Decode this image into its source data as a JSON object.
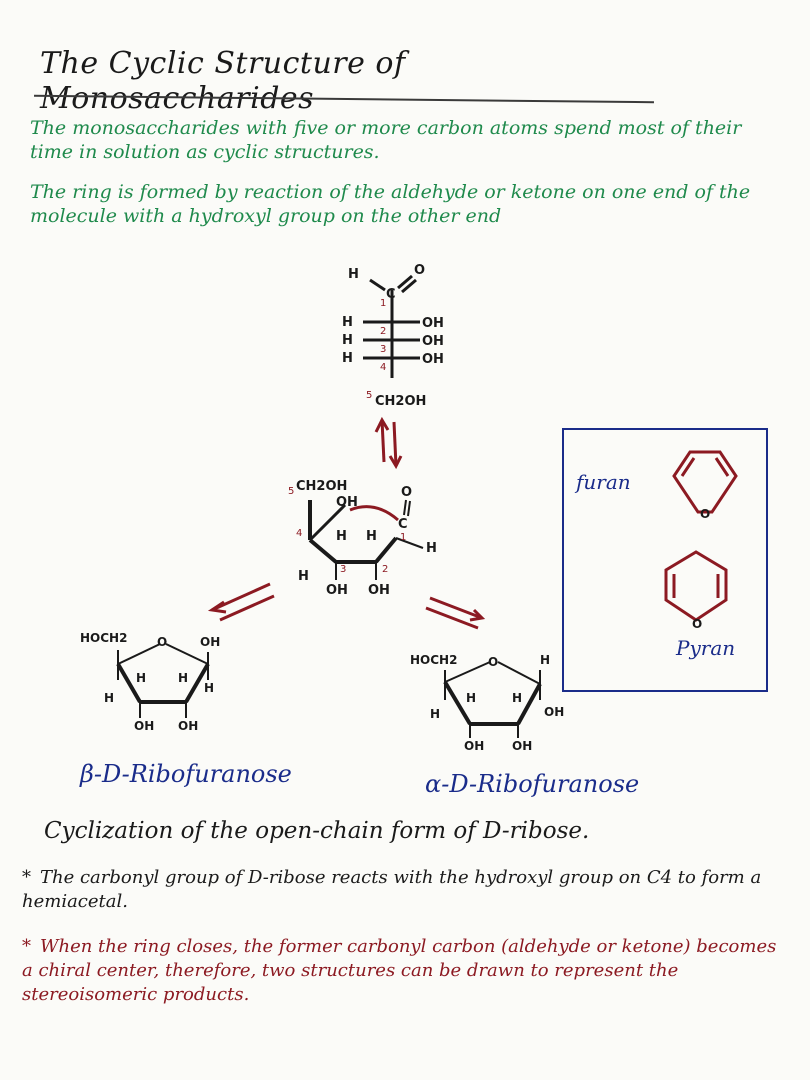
{
  "title": "The Cyclic Structure of Monosaccharides",
  "intro": {
    "line1": "The monosaccharides with five or more carbon atoms spend most of their time in solution as cyclic structures.",
    "line2": "The ring is formed by reaction of the aldehyde or ketone on one end of the molecule with a hydroxyl group on the other end"
  },
  "open_chain": {
    "top_H": "H",
    "top_C": "C",
    "top_O": "O",
    "row_H": "H",
    "row_OH": "OH",
    "bottom": "CH2OH",
    "num1": "1",
    "num2": "2",
    "num3": "3",
    "num4": "4",
    "num5": "5"
  },
  "intermediate": {
    "ch2oh": "CH2OH",
    "oh": "OH",
    "o": "O",
    "c": "C",
    "h": "H",
    "num1": "1",
    "num2": "2",
    "num3": "3",
    "num4": "4",
    "num5": "5"
  },
  "beta": {
    "hoch2": "HOCH2",
    "o": "O",
    "oh": "OH",
    "h": "H",
    "caption": "β-D-Ribofuranose"
  },
  "alpha": {
    "hoch2": "HOCH2",
    "o": "O",
    "oh": "OH",
    "h": "H",
    "caption": "α-D-Ribofuranose"
  },
  "inset": {
    "furan": "furan",
    "pyran": "Pyran",
    "o": "O"
  },
  "note": "Cyclization of the open-chain form of D-ribose.",
  "bullets": [
    "The carbonyl group of D-ribose reacts with the hydroxyl group on C4 to form a hemiacetal.",
    "When the ring closes, the former carbonyl carbon (aldehyde or ketone) becomes a chiral center, therefore, two structures can be drawn to represent the stereoisomeric products."
  ],
  "colors": {
    "green": "#1f8a4c",
    "blue": "#1a2c8a",
    "red": "#8c1a22",
    "ink": "#1a1a1a"
  }
}
